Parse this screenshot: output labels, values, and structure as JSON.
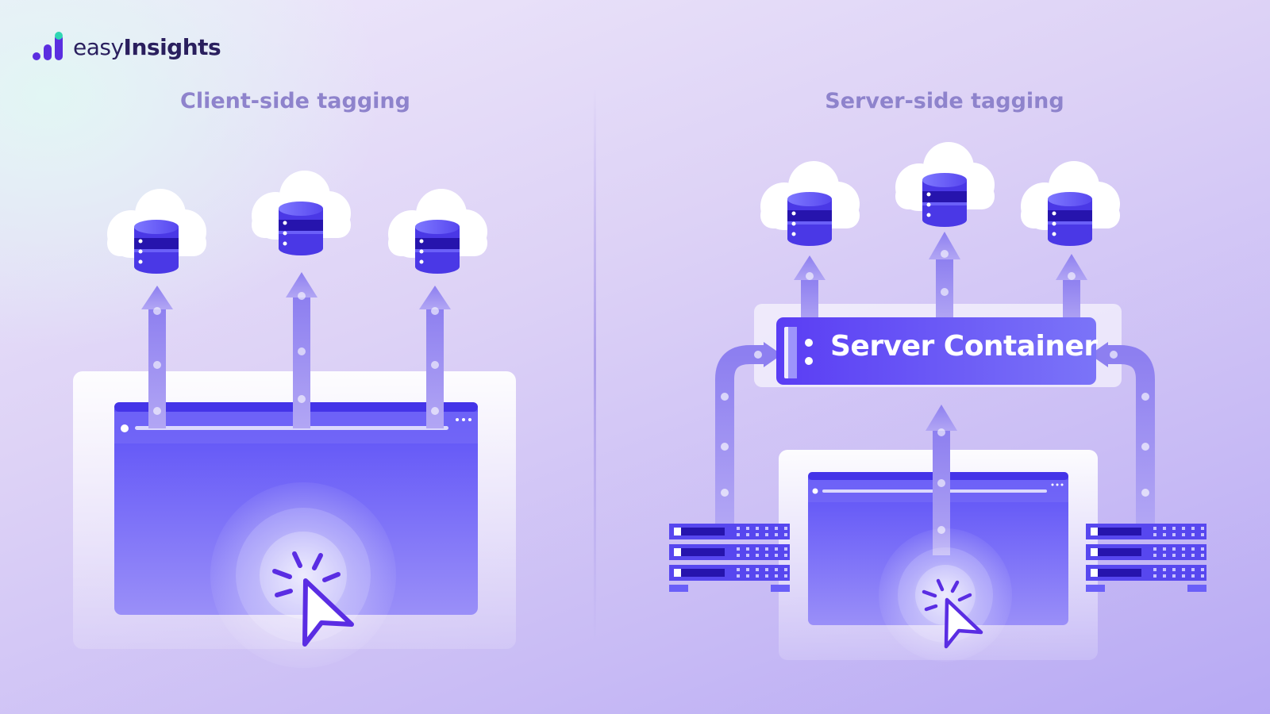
{
  "brand": {
    "name_light": "easy",
    "name_bold": "Insights"
  },
  "panels": {
    "client": {
      "title": "Client-side tagging"
    },
    "server": {
      "title": "Server-side tagging",
      "container_label": "Server Container"
    }
  },
  "colors": {
    "accent": "#5b4cf5",
    "accent_dark": "#2a1cbf",
    "brand_green": "#2fd6b3",
    "title_text": "#8e83cc",
    "logo_text": "#2a1f5e"
  },
  "icons": [
    "cloud-database-icon",
    "cursor-click-icon",
    "server-rack-icon",
    "upload-arrow-icon"
  ]
}
